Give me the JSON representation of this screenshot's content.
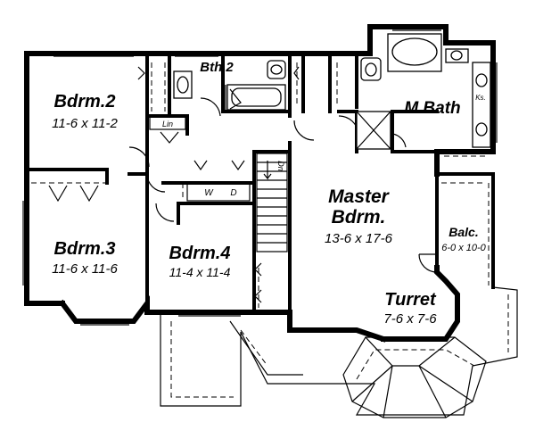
{
  "rooms": {
    "bdrm2": {
      "name": "Bdrm.2",
      "dims": "11-6 x 11-2"
    },
    "bdrm3": {
      "name": "Bdrm.3",
      "dims": "11-6 x 11-6"
    },
    "bdrm4": {
      "name": "Bdrm.4",
      "dims": "11-4 x 11-4"
    },
    "master": {
      "name1": "Master",
      "name2": "Bdrm.",
      "dims": "13-6 x 17-6"
    },
    "mbath": {
      "name": "M.Bath"
    },
    "bath2": {
      "name": "Bth.2"
    },
    "balc": {
      "name": "Balc.",
      "dims": "6-0 x 10-0"
    },
    "turret": {
      "name": "Turret",
      "dims": "7-6 x 7-6"
    }
  },
  "labels": {
    "linen": "Lin",
    "washer": "W",
    "dryer": "D",
    "stair_dn": "Dn",
    "kneespace": "Ks."
  }
}
